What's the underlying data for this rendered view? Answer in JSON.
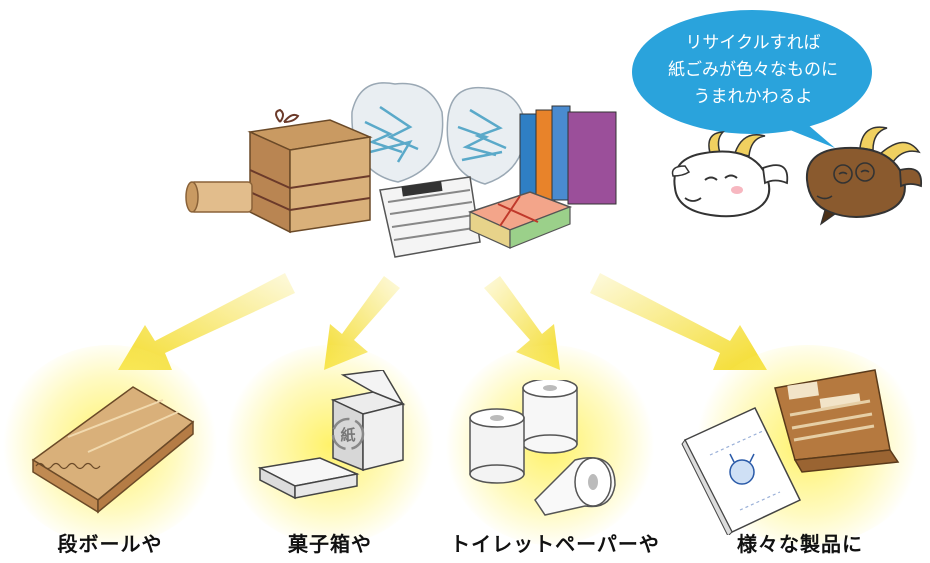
{
  "speech_bubble": {
    "lines": [
      "リサイクルすれば",
      "紙ごみが色々なものに",
      "うまれかわるよ"
    ]
  },
  "products": [
    {
      "label": "段ボールや",
      "icon": "cardboard-sheet-icon"
    },
    {
      "label": "菓子箱や",
      "icon": "paper-box-icon"
    },
    {
      "label": "トイレットペーパーや",
      "icon": "toilet-paper-icon"
    },
    {
      "label": "様々な製品に",
      "icon": "paper-products-icon"
    }
  ],
  "recycle_stamp": "紙",
  "colors": {
    "bubble": "#2aa3dc",
    "arrow": "#f4dc2a",
    "glow": "#fff27a",
    "cardboard": "#d9b07a",
    "goat_white": "#ffffff",
    "goat_brown": "#8a5a2e"
  }
}
